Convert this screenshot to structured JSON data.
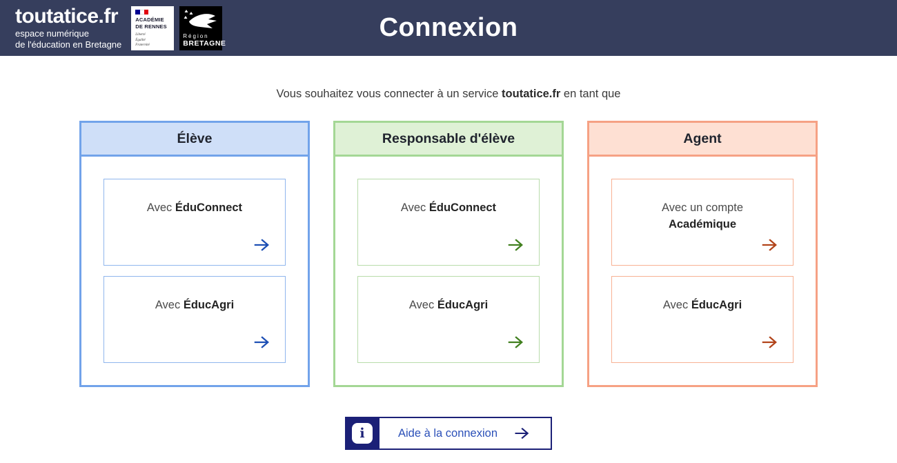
{
  "header": {
    "brand": {
      "title": "toutatice.fr",
      "tagline_line1": "espace numérique",
      "tagline_line2": "de l'éducation en Bretagne"
    },
    "academie_logo": {
      "name_line1": "ACADÉMIE",
      "name_line2": "DE RENNES",
      "motto_line1": "Liberté",
      "motto_line2": "Égalité",
      "motto_line3": "Fraternité"
    },
    "region_logo": {
      "line1": "Région",
      "line2": "BRETAGNE"
    },
    "page_title": "Connexion",
    "background_color": "#363e5d"
  },
  "intro": {
    "text_before": "Vous souhaitez vous connecter à un service ",
    "text_bold": "toutatice.fr",
    "text_after": " en tant que"
  },
  "columns": [
    {
      "title": "Élève",
      "theme": {
        "border": "#72a3ea",
        "header_bg": "#cfdff8",
        "card_border": "#8fb6ed",
        "arrow": "#1d4fb4"
      },
      "cards": [
        {
          "text_regular": "Avec ",
          "text_bold": "ÉduConnect",
          "two_lines": false
        },
        {
          "text_regular": "Avec ",
          "text_bold": "ÉducAgri",
          "two_lines": false
        }
      ]
    },
    {
      "title": "Responsable d'élève",
      "theme": {
        "border": "#a4d795",
        "header_bg": "#dff1d6",
        "card_border": "#b8dcaa",
        "arrow": "#41801f"
      },
      "cards": [
        {
          "text_regular": "Avec ",
          "text_bold": "ÉduConnect",
          "two_lines": false
        },
        {
          "text_regular": "Avec ",
          "text_bold": "ÉducAgri",
          "two_lines": false
        }
      ]
    },
    {
      "title": "Agent",
      "theme": {
        "border": "#f6a184",
        "header_bg": "#fee0d3",
        "card_border": "#f8b193",
        "arrow": "#b2441a"
      },
      "cards": [
        {
          "text_regular": "Avec un compte",
          "text_bold": "Académique",
          "two_lines": true
        },
        {
          "text_regular": "Avec ",
          "text_bold": "ÉducAgri",
          "two_lines": false
        }
      ]
    }
  ],
  "help": {
    "label": "Aide à la connexion",
    "icon": "info-icon",
    "accent_color": "#1b2077",
    "label_color": "#2b50b8"
  }
}
